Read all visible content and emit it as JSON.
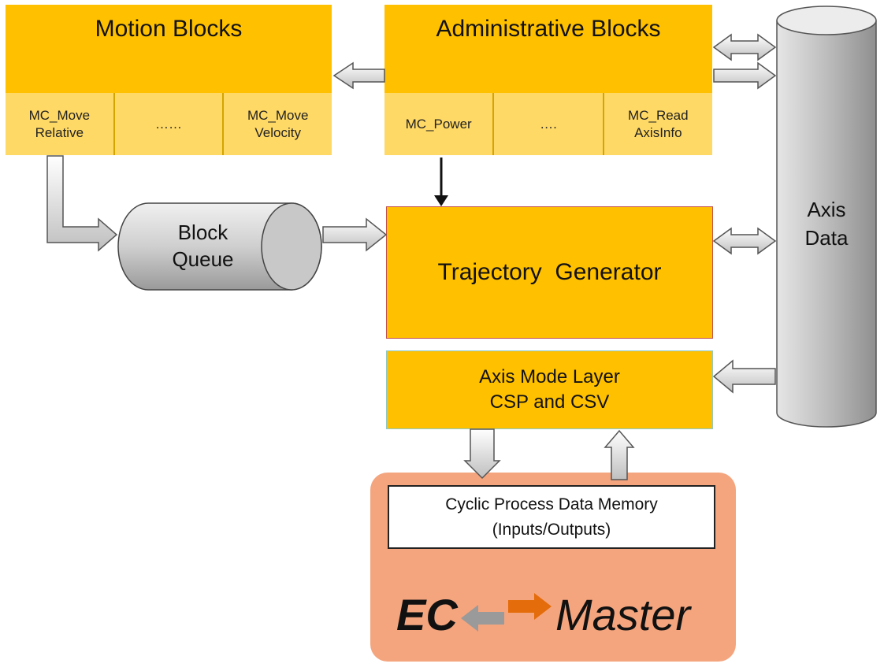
{
  "motion_blocks": {
    "title": "Motion Blocks",
    "items": [
      "MC_Move\nRelative",
      "……",
      "MC_Move\nVelocity"
    ]
  },
  "administrative_blocks": {
    "title": "Administrative Blocks",
    "items": [
      "MC_Power",
      "….",
      "MC_Read\nAxisInfo"
    ]
  },
  "axis_data": {
    "label": "Axis\nData"
  },
  "block_queue": {
    "label": "Block\nQueue"
  },
  "trajectory_generator": {
    "label": "Trajectory  Generator"
  },
  "axis_mode_layer": {
    "label": "Axis Mode Layer\nCSP and CSV"
  },
  "process_data_memory": {
    "label": "Cyclic Process Data Memory\n(Inputs/Outputs)"
  },
  "ec_master_logo": {
    "text_ec": "EC",
    "text_master": "Master"
  },
  "colors": {
    "block_orange": "#FFC000",
    "cell_yellow": "#FFD966",
    "ecmaster_panel": "#F4A57E",
    "arrow_grey": "#d9d9d9",
    "logo_orange": "#E46C0A"
  }
}
